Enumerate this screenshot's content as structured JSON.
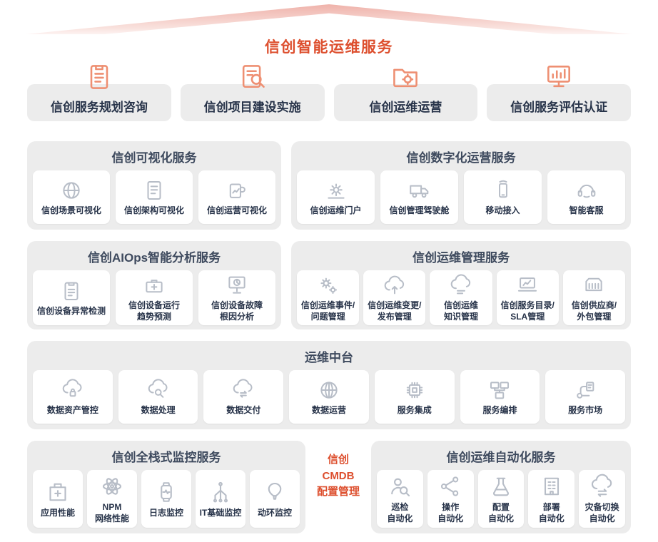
{
  "colors": {
    "accent": "#DD4F2E",
    "icon_orange": "#EE8F72",
    "icon_gray": "#B7BDC7",
    "section_title": "#3E4A5E",
    "label": "#273349",
    "panel_bg": "#ECECEC",
    "card_bg": "#FFFFFF",
    "roof_pink": "#EFB2AA"
  },
  "header": {
    "title": "信创智能运维服务"
  },
  "top_services": [
    {
      "label": "信创服务规划咨询",
      "icon": "clipboard-pen-icon"
    },
    {
      "label": "信创项目建设实施",
      "icon": "document-search-icon"
    },
    {
      "label": "信创运维运营",
      "icon": "folder-gear-icon"
    },
    {
      "label": "信创服务评估认证",
      "icon": "monitor-bars-icon"
    }
  ],
  "sections": {
    "visualization": {
      "title": "信创可视化服务",
      "items": [
        {
          "label": "信创场景可视化",
          "icon": "globe-sync-icon"
        },
        {
          "label": "信创架构可视化",
          "icon": "document-list-icon"
        },
        {
          "label": "信创运营可视化",
          "icon": "mug-chart-icon"
        }
      ]
    },
    "digital_ops": {
      "title": "信创数字化运营服务",
      "items": [
        {
          "label": "信创运维门户",
          "icon": "gear-panel-icon"
        },
        {
          "label": "信创管理驾驶舱",
          "icon": "truck-icon"
        },
        {
          "label": "移动接入",
          "icon": "mobile-access-icon"
        },
        {
          "label": "智能客服",
          "icon": "robot-headset-icon"
        }
      ]
    },
    "aiops": {
      "title": "信创AIOps智能分析服务",
      "items": [
        {
          "label": "信创设备异常检测",
          "icon": "clipboard-check-icon"
        },
        {
          "label": "信创设备运行\n趋势预测",
          "icon": "toolbox-plus-icon"
        },
        {
          "label": "信创设备故障\n根因分析",
          "icon": "monitor-pie-icon"
        }
      ]
    },
    "ops_mgmt": {
      "title": "信创运维管理服务",
      "items": [
        {
          "label": "信创运维事件/\n问题管理",
          "icon": "double-gear-icon"
        },
        {
          "label": "信创运维变更/\n发布管理",
          "icon": "cloud-upload-icon"
        },
        {
          "label": "信创运维\n知识管理",
          "icon": "cloud-list-icon"
        },
        {
          "label": "信创服务目录/\nSLA管理",
          "icon": "laptop-chart-icon"
        },
        {
          "label": "信创供应商/\n外包管理",
          "icon": "container-icon"
        }
      ]
    },
    "middle_platform": {
      "title": "运维中台",
      "items": [
        {
          "label": "数据资产管控",
          "icon": "cloud-lock-icon"
        },
        {
          "label": "数据处理",
          "icon": "cloud-search-icon"
        },
        {
          "label": "数据交付",
          "icon": "cloud-sync-icon"
        },
        {
          "label": "数据运营",
          "icon": "globe-grid-icon"
        },
        {
          "label": "服务集成",
          "icon": "chip-icon"
        },
        {
          "label": "服务编排",
          "icon": "node-monitors-icon"
        },
        {
          "label": "服务市场",
          "icon": "server-network-icon"
        }
      ]
    },
    "monitoring": {
      "title": "信创全栈式监控服务",
      "items": [
        {
          "label": "应用性能",
          "icon": "building-plus-icon"
        },
        {
          "label": "NPM\n网络性能",
          "icon": "atom-icon"
        },
        {
          "label": "日志监控",
          "icon": "watch-pulse-icon"
        },
        {
          "label": "IT基础监控",
          "icon": "circuit-icon"
        },
        {
          "label": "动环监控",
          "icon": "balloon-icon"
        }
      ]
    },
    "automation": {
      "title": "信创运维自动化服务",
      "items": [
        {
          "label": "巡检\n自动化",
          "icon": "person-search-icon"
        },
        {
          "label": "操作\n自动化",
          "icon": "share-nodes-icon"
        },
        {
          "label": "配置\n自动化",
          "icon": "flask-icon"
        },
        {
          "label": "部署\n自动化",
          "icon": "building-blocks-icon"
        },
        {
          "label": "灾备切换\n自动化",
          "icon": "cloud-switch-icon"
        }
      ]
    }
  },
  "cmdb": {
    "label": "信创\nCMDB\n配置管理"
  }
}
